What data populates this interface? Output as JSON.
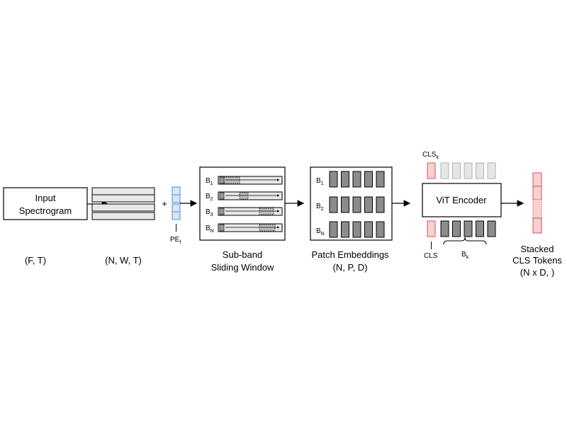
{
  "input_block": {
    "line1": "Input",
    "line2": "Spectrogram"
  },
  "dims": {
    "input": "(F, T)",
    "bands": "(N, W, T)",
    "patch": "(N, P, D)",
    "stacked": "(N x D, )"
  },
  "plus_sign": "+",
  "pe": {
    "base": "PE",
    "sub": "f"
  },
  "subband": {
    "title_line1": "Sub-band",
    "title_line2": "Sliding Window",
    "rows": [
      {
        "base": "B",
        "sub": "1"
      },
      {
        "base": "B",
        "sub": "2"
      },
      {
        "base": "B",
        "sub": "3"
      },
      {
        "base": "B",
        "sub": "N"
      }
    ]
  },
  "patch": {
    "title": "Patch Embeddings",
    "rows": [
      {
        "base": "B",
        "sub": "1"
      },
      {
        "base": "B",
        "sub": "2"
      },
      {
        "base": "B",
        "sub": "N"
      }
    ]
  },
  "vit": {
    "label": "ViT Encoder",
    "cls_top": {
      "base": "CLS",
      "sub": "k"
    },
    "cls_bottom": "CLS",
    "bk": {
      "base": "B",
      "sub": "k"
    }
  },
  "stacked": {
    "line1": "Stacked",
    "line2": "CLS Tokens"
  },
  "colors": {
    "pink_fill": "#f8d0d0",
    "pink_stroke": "#c85a5a",
    "blue_fill": "#d6e6f8",
    "blue_stroke": "#5a8ac8",
    "dark_fill": "#8c8c8c",
    "light_fill": "#e8e8e8",
    "gray_token": "#e6e6e6"
  }
}
